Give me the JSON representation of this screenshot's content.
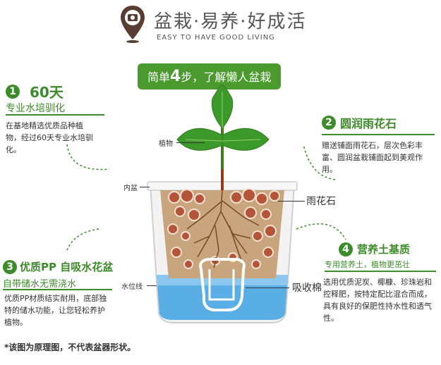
{
  "header": {
    "title": "盆栽·易养·好成活",
    "subtitle": "EASY TO HAVE GOOD LIVING",
    "logo_icon": "location-pin-logo-icon"
  },
  "banner": {
    "prefix": "简单",
    "number": "4",
    "suffix": "步，了解懒人盆栽"
  },
  "step1": {
    "num": "1",
    "title": "60天",
    "subtitle": "专业水培驯化",
    "desc": "在基地精选优质品种植物，经过60天专业水培驯化。"
  },
  "step2": {
    "num": "2",
    "title": "圆润雨花石",
    "desc": "赠送铺面雨花石，层次色彩丰富、圆润盆栽铺面起到美观作用。"
  },
  "step3": {
    "num": "3",
    "title": "优质PP 自吸水花盆",
    "subtitle": "自带储水无需浇水",
    "desc": "优质PP材质结实耐用，底部独特的储水功能，让您轻松养护植物。"
  },
  "step4": {
    "num": "4",
    "title": "营养土基质",
    "subtitle": "专用营养土，植物更茁壮",
    "desc": "选用优质泥炭、椰糠、珍珠岩和控释肥，按特定配比混合而成，具有良好的保肥性持水性和透气性。"
  },
  "labels": {
    "plant": "植物",
    "inner_pot": "内盆",
    "stones": "雨花石",
    "water_level": "水位线",
    "wick": "吸收棉"
  },
  "footnote": "*该图为原理图，不代表盆器形状。",
  "colors": {
    "accent": "#3d8b2a",
    "banner": "#4a9a2e",
    "water": "#5aaee6",
    "soil": "#c9a57e"
  }
}
